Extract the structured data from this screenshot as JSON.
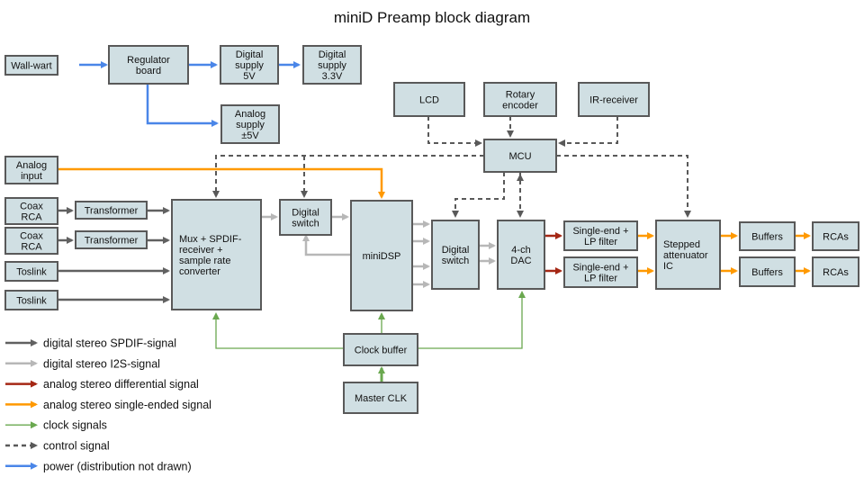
{
  "title": "miniD Preamp block diagram",
  "colors": {
    "box_fill": "#d0dfe3",
    "box_stroke": "#595959",
    "spdif": "#616161",
    "i2s": "#b7b7b7",
    "analog_diff": "#a52714",
    "analog_se": "#ff9900",
    "clock": "#6aa84f",
    "control": "#595959",
    "power": "#4a86e8"
  },
  "blocks": {
    "wallwart": [
      "Wall-wart"
    ],
    "regulator": [
      "Regulator",
      "board"
    ],
    "dig5v": [
      "Digital",
      "supply",
      "5V"
    ],
    "dig33v": [
      "Digital",
      "supply",
      "3.3V"
    ],
    "analog5v": [
      "Analog",
      "supply",
      "±5V"
    ],
    "lcd": [
      "LCD"
    ],
    "rotary": [
      "Rotary",
      "encoder"
    ],
    "ir": [
      "IR-receiver"
    ],
    "mcu": [
      "MCU"
    ],
    "analog_input": [
      "Analog",
      "input"
    ],
    "coax1": [
      "Coax",
      "RCA"
    ],
    "coax2": [
      "Coax",
      "RCA"
    ],
    "trans1": [
      "Transformer"
    ],
    "trans2": [
      "Transformer"
    ],
    "toslink1": [
      "Toslink"
    ],
    "toslink2": [
      "Toslink"
    ],
    "mux": [
      "Mux + SPDIF-",
      "receiver +",
      "sample rate",
      "converter"
    ],
    "dswitch1": [
      "Digital",
      "switch"
    ],
    "minidsp": [
      "miniDSP"
    ],
    "dswitch2": [
      "Digital",
      "switch"
    ],
    "dac": [
      "4-ch",
      "DAC"
    ],
    "se1": [
      "Single-end +",
      "LP filter"
    ],
    "se2": [
      "Single-end +",
      "LP filter"
    ],
    "atten": [
      "Stepped",
      "attenuator",
      "IC"
    ],
    "buf1": [
      "Buffers"
    ],
    "buf2": [
      "Buffers"
    ],
    "rca1": [
      "RCAs"
    ],
    "rca2": [
      "RCAs"
    ],
    "clkbuf": [
      "Clock buffer"
    ],
    "master": [
      "Master CLK"
    ]
  },
  "legend": [
    {
      "label": "digital stereo SPDIF-signal",
      "type": "spdif"
    },
    {
      "label": "digital stereo I2S-signal",
      "type": "i2s"
    },
    {
      "label": "analog stereo differential signal",
      "type": "analog_diff"
    },
    {
      "label": "analog stereo single-ended signal",
      "type": "analog_se"
    },
    {
      "label": "clock signals",
      "type": "clock"
    },
    {
      "label": "control signal",
      "type": "control"
    },
    {
      "label": "power (distribution not drawn)",
      "type": "power"
    }
  ]
}
